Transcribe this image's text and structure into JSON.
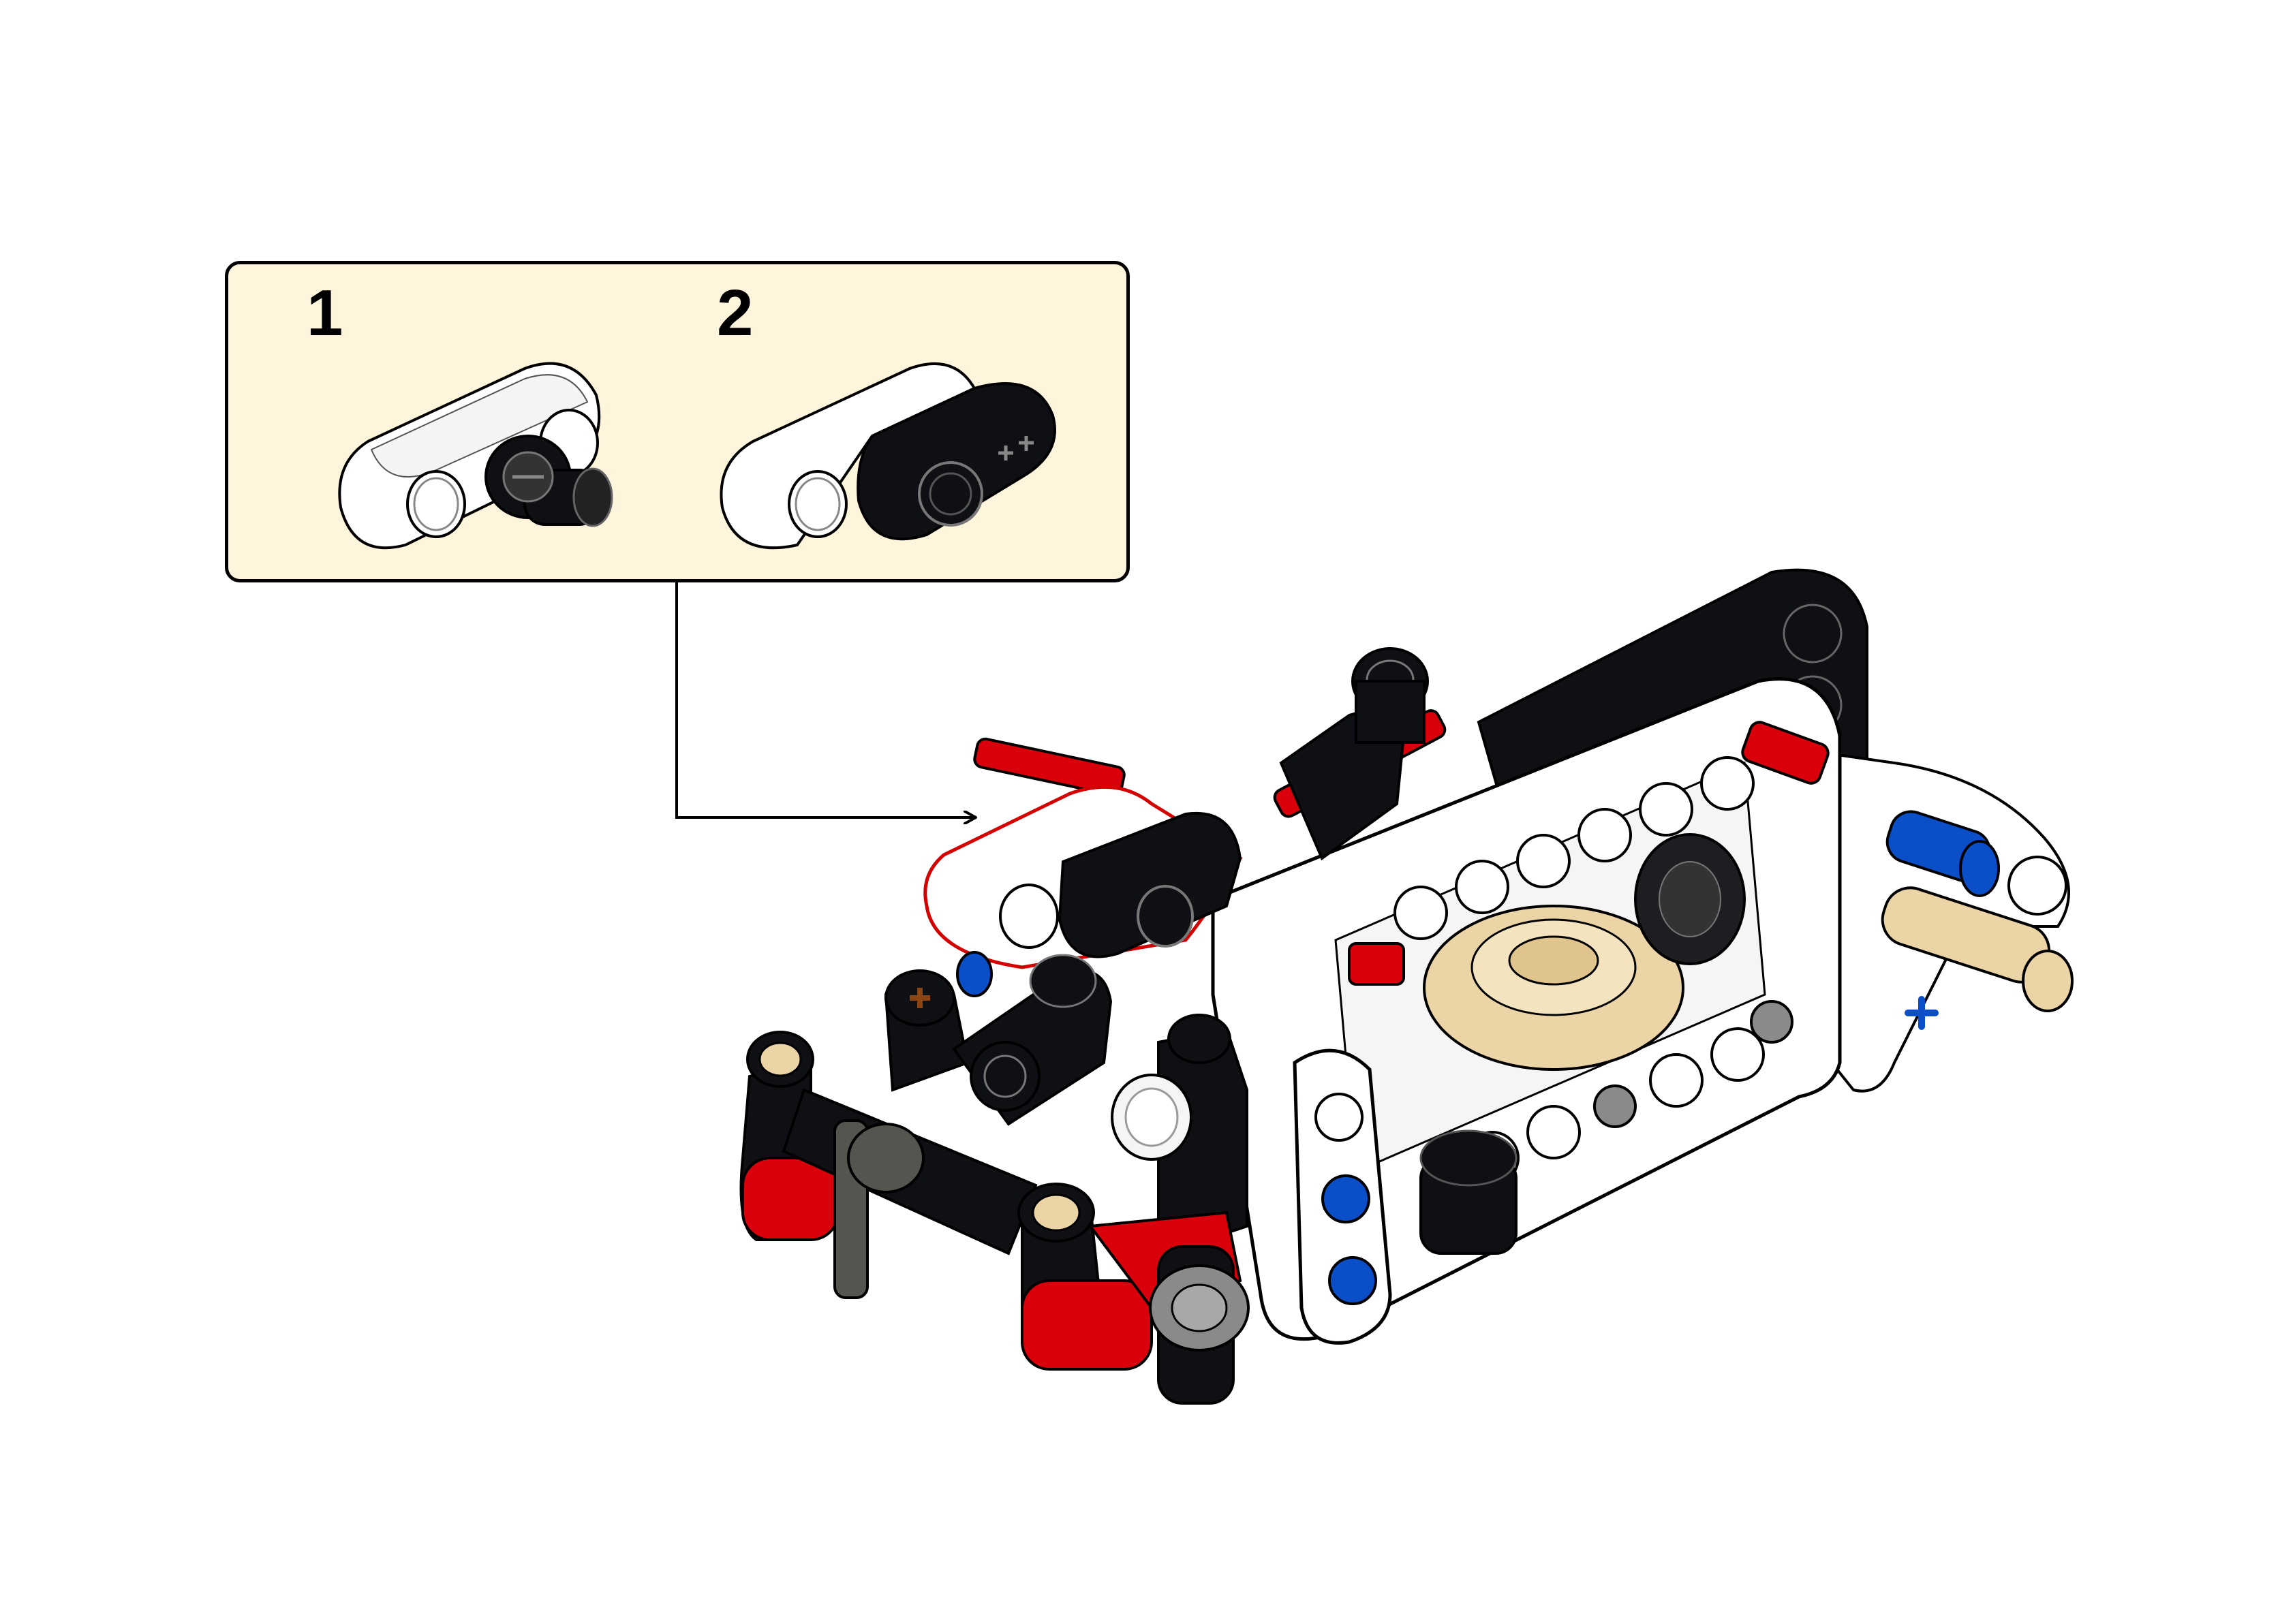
{
  "callout": {
    "substeps": [
      {
        "number": "1",
        "parts": [
          "white-beam-3",
          "black-connector-bush"
        ]
      },
      {
        "number": "2",
        "parts": [
          "white-beam-3",
          "black-beam-2-axle"
        ]
      }
    ]
  },
  "model": {
    "highlighted_part": "white-beam-3-with-black-connector",
    "highlight_color": "#d40000"
  },
  "colors": {
    "callout_bg": "#fff5dd",
    "white": "#ffffff",
    "black": "#0f1013",
    "red": "#d9000b",
    "tan": "#ebd4a6",
    "blue": "#0a4fc8",
    "gray": "#8a8a8a",
    "dark_gray": "#555550"
  }
}
